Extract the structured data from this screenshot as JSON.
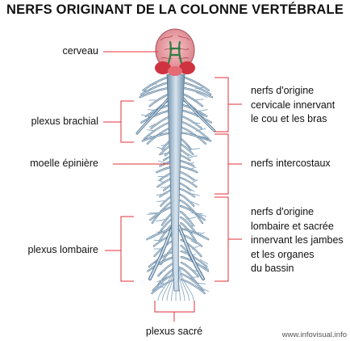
{
  "title": "NERFS ORIGINANT DE LA COLONNE VERTÉBRALE",
  "labels": {
    "cerveau": "cerveau",
    "plexus_brachial": "plexus brachial",
    "moelle_epiniere": "moelle épinière",
    "plexus_lombaire": "plexus lombaire",
    "plexus_sacre": "plexus sacré",
    "nerfs_cervicaux": [
      "nerfs d'origine",
      "cervicale innervant",
      "le cou et les bras"
    ],
    "nerfs_intercostaux": "nerfs intercostaux",
    "nerfs_lombaires": [
      "nerfs d'origine",
      "lombaire et sacrée",
      "innervant les jambes",
      "et les organes",
      "du bassin"
    ]
  },
  "watermark": "www.infovisual.info",
  "colors": {
    "leader_line": "#e0303a",
    "nerve_light": "#c9dcea",
    "nerve_mid": "#8eacc4",
    "nerve_dark": "#4f6f8c",
    "brain_pink": "#f0a7ad",
    "brain_red": "#cf3340",
    "brain_green": "#3a8a4a"
  }
}
